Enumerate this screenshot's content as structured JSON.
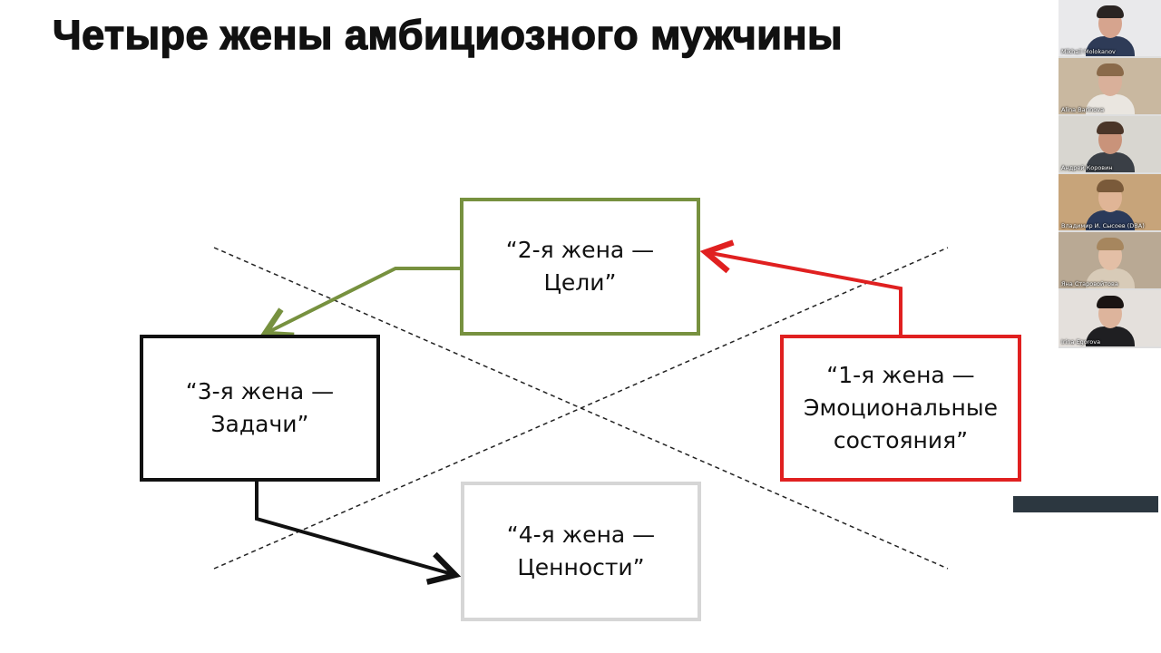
{
  "slide": {
    "title": "Четыре жены амбициозного мужчины",
    "boxes": {
      "goals": {
        "line1": "“2-я жена —",
        "line2": "Цели”",
        "border_color": "#77913f"
      },
      "tasks": {
        "line1": "“3-я жена —",
        "line2": "Задачи”",
        "border_color": "#111111"
      },
      "emotions": {
        "line1": "“1-я жена —",
        "line2": "Эмоциональные",
        "line3": "состояния”",
        "border_color": "#e02020"
      },
      "values": {
        "line1": "“4-я жена —",
        "line2": "Ценности”",
        "border_color": "#d6d6d6"
      }
    }
  },
  "participants": [
    {
      "name": "Mikhail Molokanov",
      "icon": "video-tile-avatar"
    },
    {
      "name": "Alina Barinova",
      "icon": "video-tile-avatar"
    },
    {
      "name": "Андрей Коровин",
      "icon": "video-tile-avatar"
    },
    {
      "name": "Владимир И. Сысоев (DBA)",
      "icon": "video-tile-avatar"
    },
    {
      "name": "Яна Старовойтова",
      "icon": "video-tile-avatar"
    },
    {
      "name": "Irina Egorova",
      "icon": "video-tile-avatar"
    }
  ]
}
